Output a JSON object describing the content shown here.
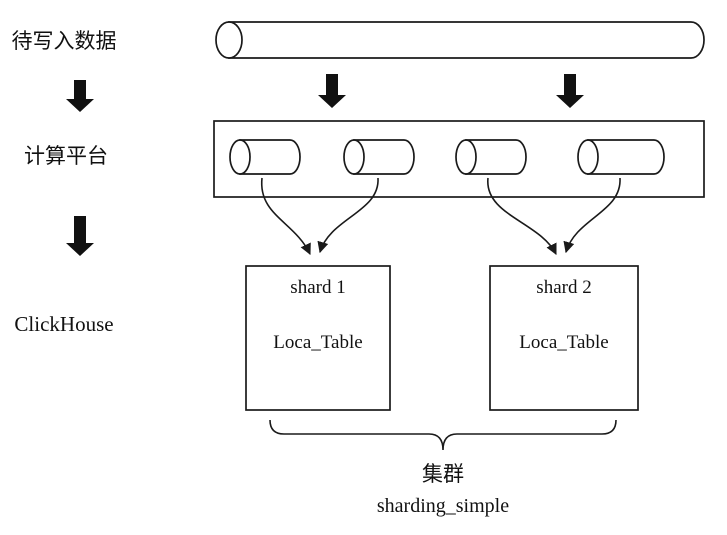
{
  "diagram": {
    "left_labels": {
      "input_data": "待写入数据",
      "compute_platform": "计算平台",
      "clickhouse": "ClickHouse"
    },
    "shards": [
      {
        "title": "shard 1",
        "table": "Loca_Table"
      },
      {
        "title": "shard 2",
        "table": "Loca_Table"
      }
    ],
    "cluster": {
      "name_cn": "集群",
      "name_en": "sharding_simple"
    }
  },
  "colors": {
    "background": "#ffffff",
    "stroke": "#1a1a1a",
    "arrow_fill": "#111111",
    "text": "#111111"
  }
}
